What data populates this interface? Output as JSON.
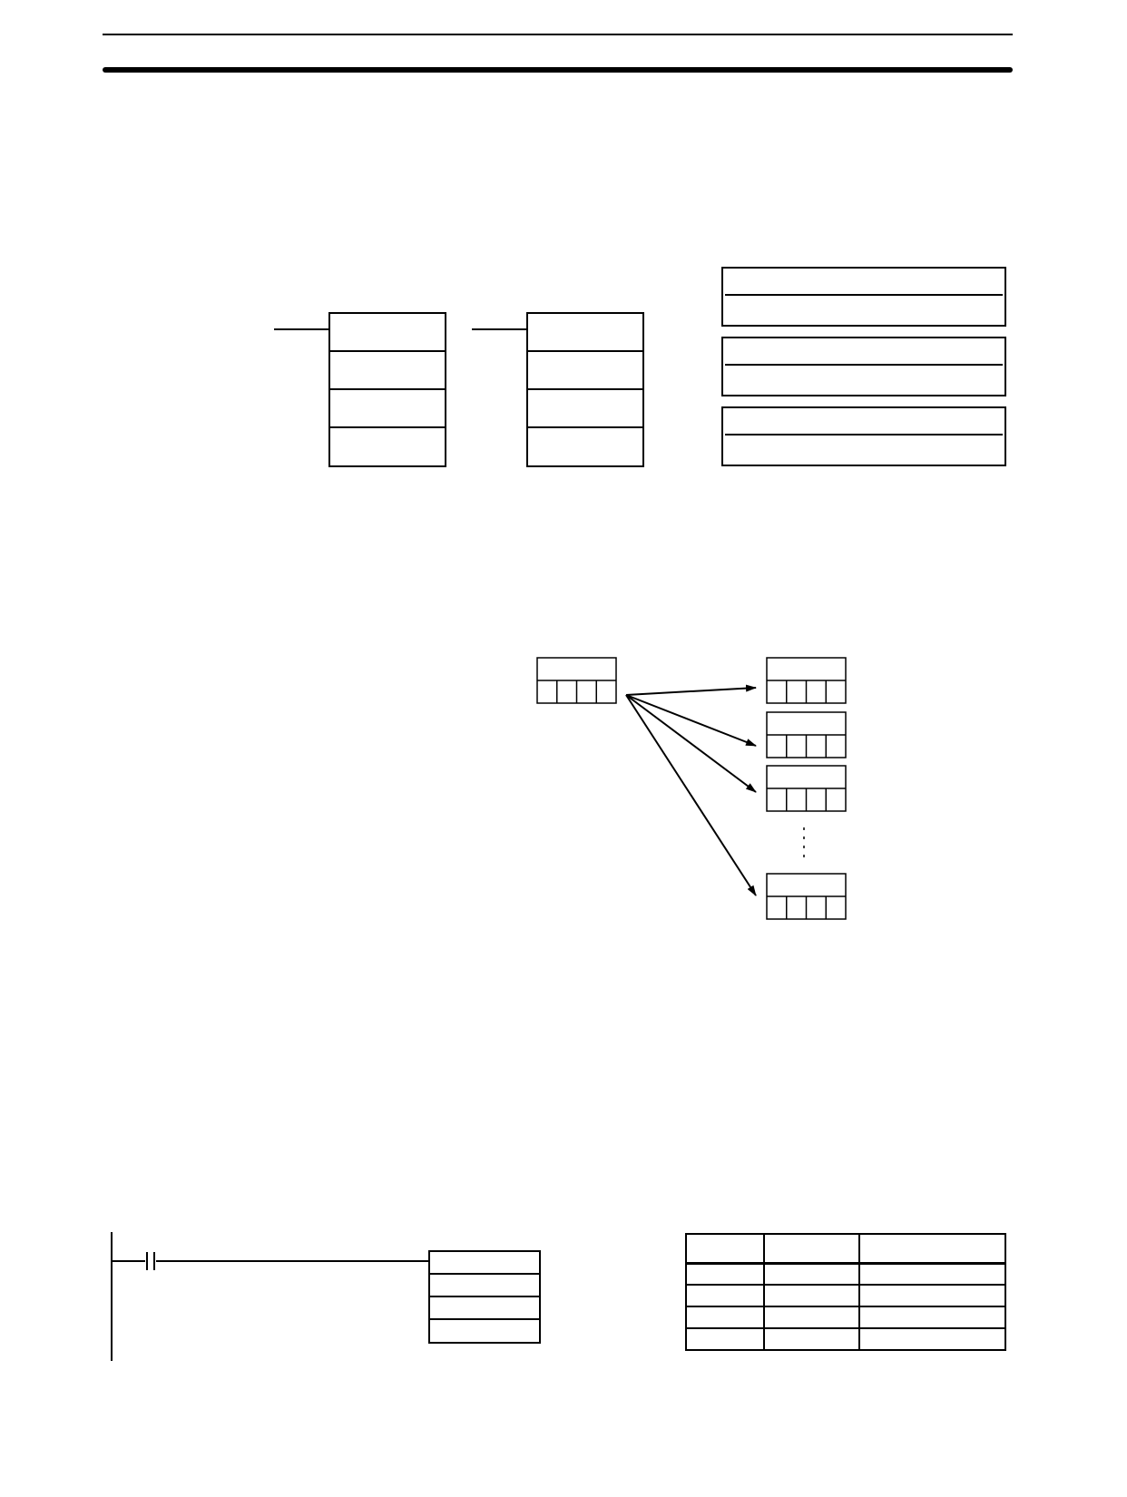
{
  "header": {
    "top_rule": "",
    "section_rule": ""
  },
  "diagram": {
    "source_cells": 4,
    "destination_blocks": 4,
    "ellipsis": "⋮"
  },
  "table": {
    "columns": 3,
    "rows": 5
  },
  "colors": {
    "ink": "#000000",
    "paper": "#ffffff"
  }
}
